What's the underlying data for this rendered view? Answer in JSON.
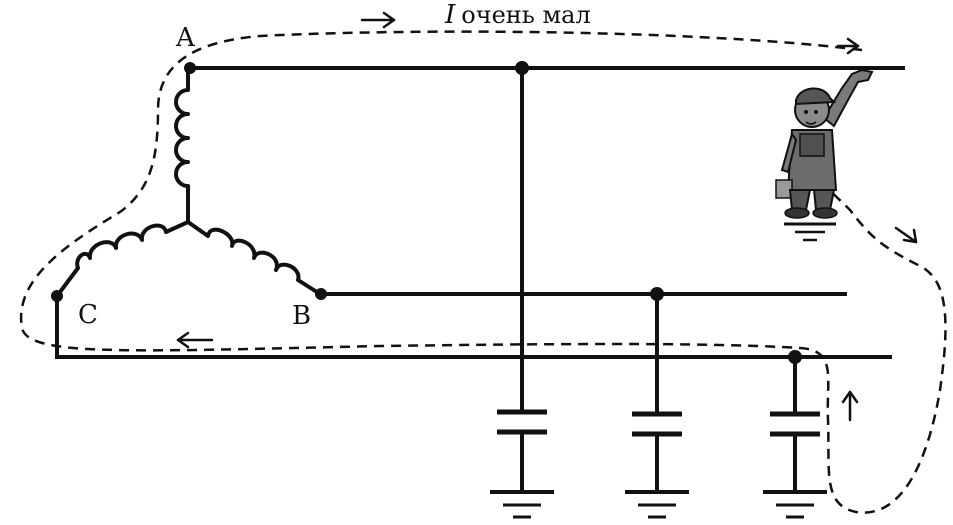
{
  "diagram": {
    "current_symbol": "I",
    "current_text": "очень мал",
    "nodes": {
      "a": "A",
      "b": "B",
      "c": "C"
    },
    "colors": {
      "line": "#111111",
      "dashed": "#111111",
      "figure": "#666666"
    }
  }
}
